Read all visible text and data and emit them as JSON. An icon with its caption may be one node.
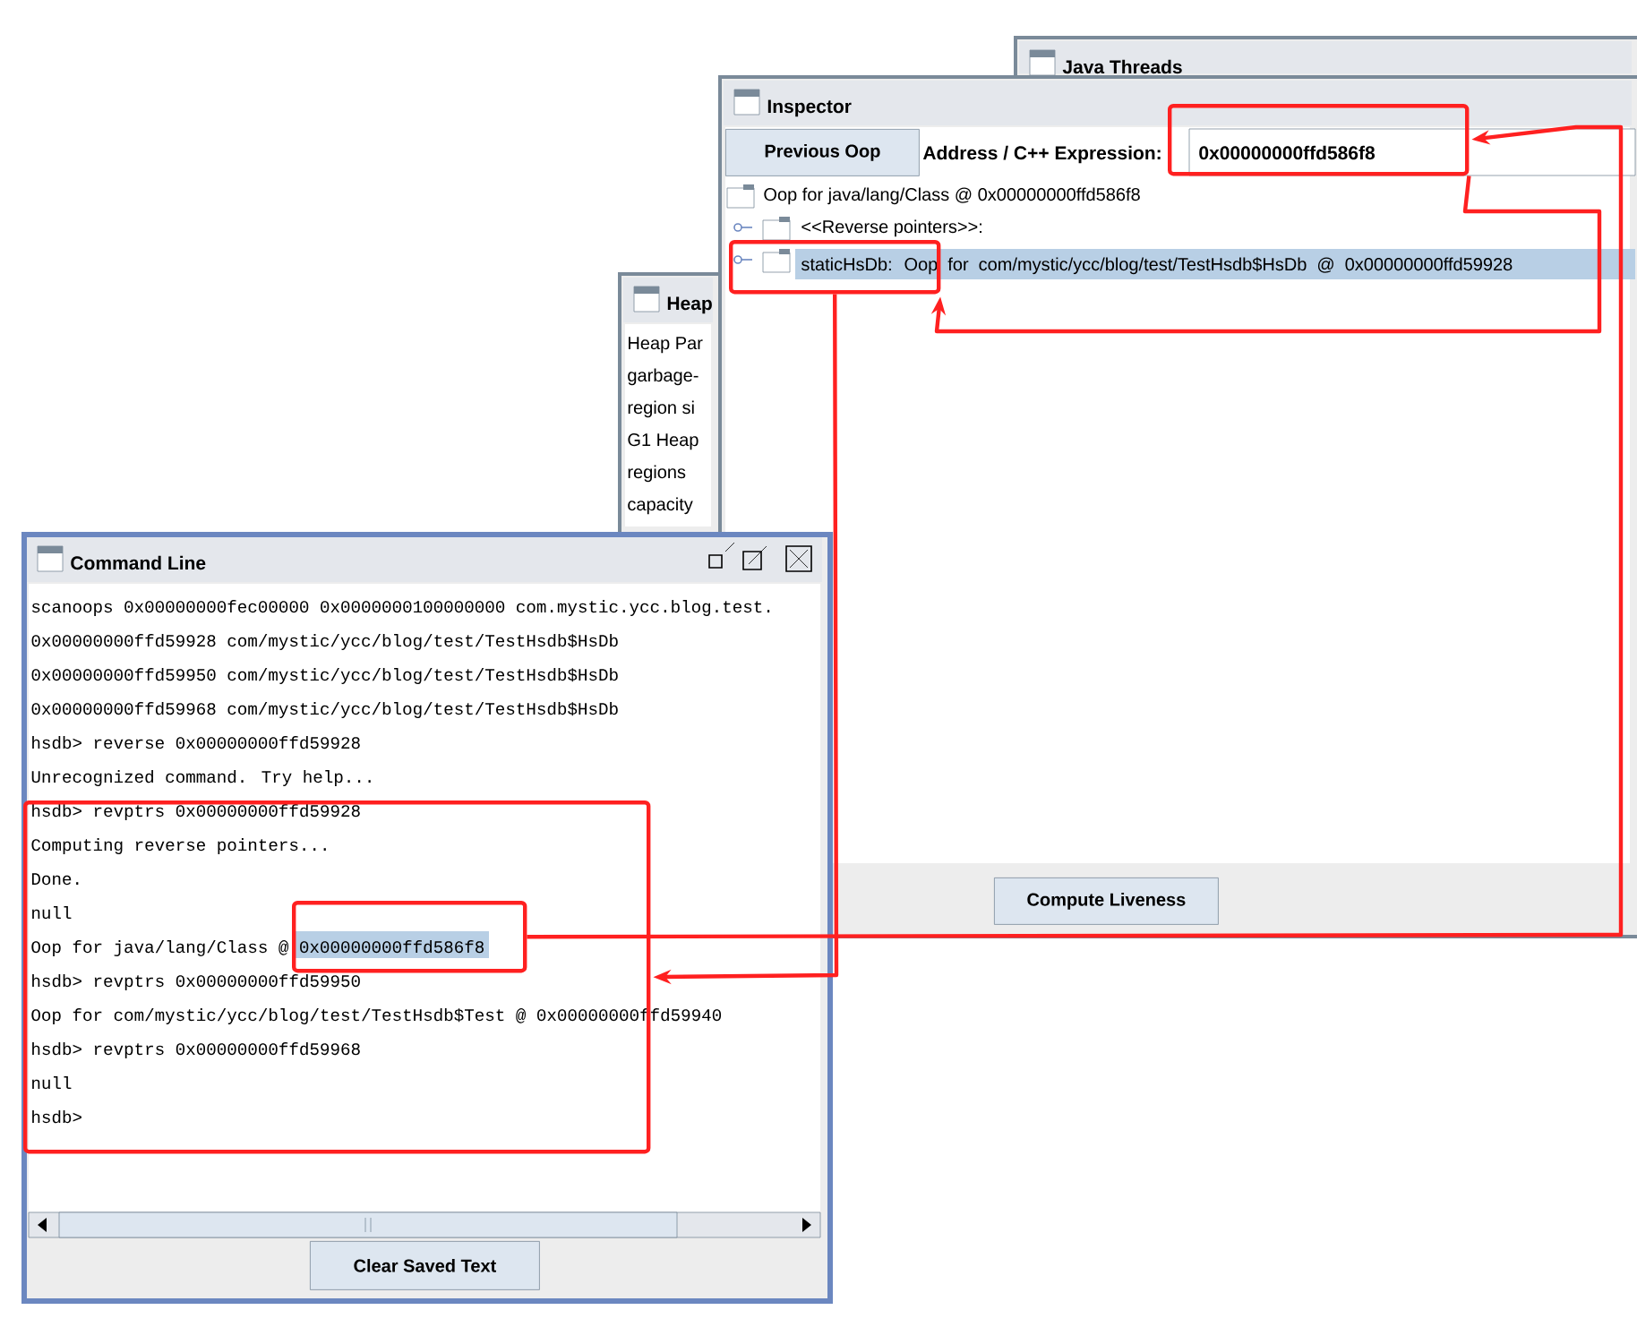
{
  "diagram": {
    "nodes": [
      {
        "text": [
          "Java Threads"
        ]
      },
      {
        "text": [
          "Inspector"
        ]
      },
      {
        "text": [
          "Previous Oop"
        ],
        "in": 1
      },
      {
        "text": [],
        "shape": "box",
        "in": 1
      },
      {
        "text": [],
        "shape": "box",
        "in": 1
      },
      {
        "text": [
          "Compute Liveness"
        ],
        "in": 1
      },
      {
        "text": [
          "Heap"
        ]
      },
      {
        "text": [
          "Command Line"
        ]
      },
      {
        "text": [],
        "shape": "box",
        "in": 7
      },
      {
        "text": [],
        "shape": "box",
        "in": 8
      },
      {
        "text": [
          "Clear Saved Text"
        ],
        "in": 7
      }
    ],
    "edges": [
      {
        "from": 3,
        "to": 4,
        "arrow": "to"
      },
      {
        "from": 4,
        "to": 8,
        "arrow": "to"
      },
      {
        "from": 9,
        "to": 3,
        "arrow": "to"
      }
    ],
    "labels": [
      "Address / C++ Expression:",
      "0x00000000ffd586f8",
      "Oop for java/lang/Class @ 0x00000000ffd586f8",
      "<<Reverse pointers>>:",
      "staticHsDb: Oop for com/mystic/ycc/blog/test/TestHsdb$HsDb @ 0x00000000ffd59928",
      "Heap Par",
      "garbage-",
      "region si",
      "G1 Heap",
      "regions",
      "capacity",
      "scanoops 0x00000000fec00000 0x0000000100000000 com.mystic.ycc.blog.test.",
      "0x00000000ffd59928 com/mystic/ycc/blog/test/TestHsdb$HsDb",
      "0x00000000ffd59950 com/mystic/ycc/blog/test/TestHsdb$HsDb",
      "0x00000000ffd59968 com/mystic/ycc/blog/test/TestHsdb$HsDb",
      "hsdb> reverse 0x00000000ffd59928",
      "Unrecognized command. Try help...",
      "hsdb> revptrs 0x00000000ffd59928",
      "Computing reverse pointers...",
      "Done.",
      "null",
      "Oop for java/lang/Class @ 0x00000000ffd586f8",
      "hsdb> revptrs 0x00000000ffd59950",
      "Oop for com/mystic/ycc/blog/test/TestHsdb$Test @ 0x00000000ffd59940",
      "hsdb> revptrs 0x00000000ffd59968",
      "null",
      "hsdb>"
    ]
  }
}
